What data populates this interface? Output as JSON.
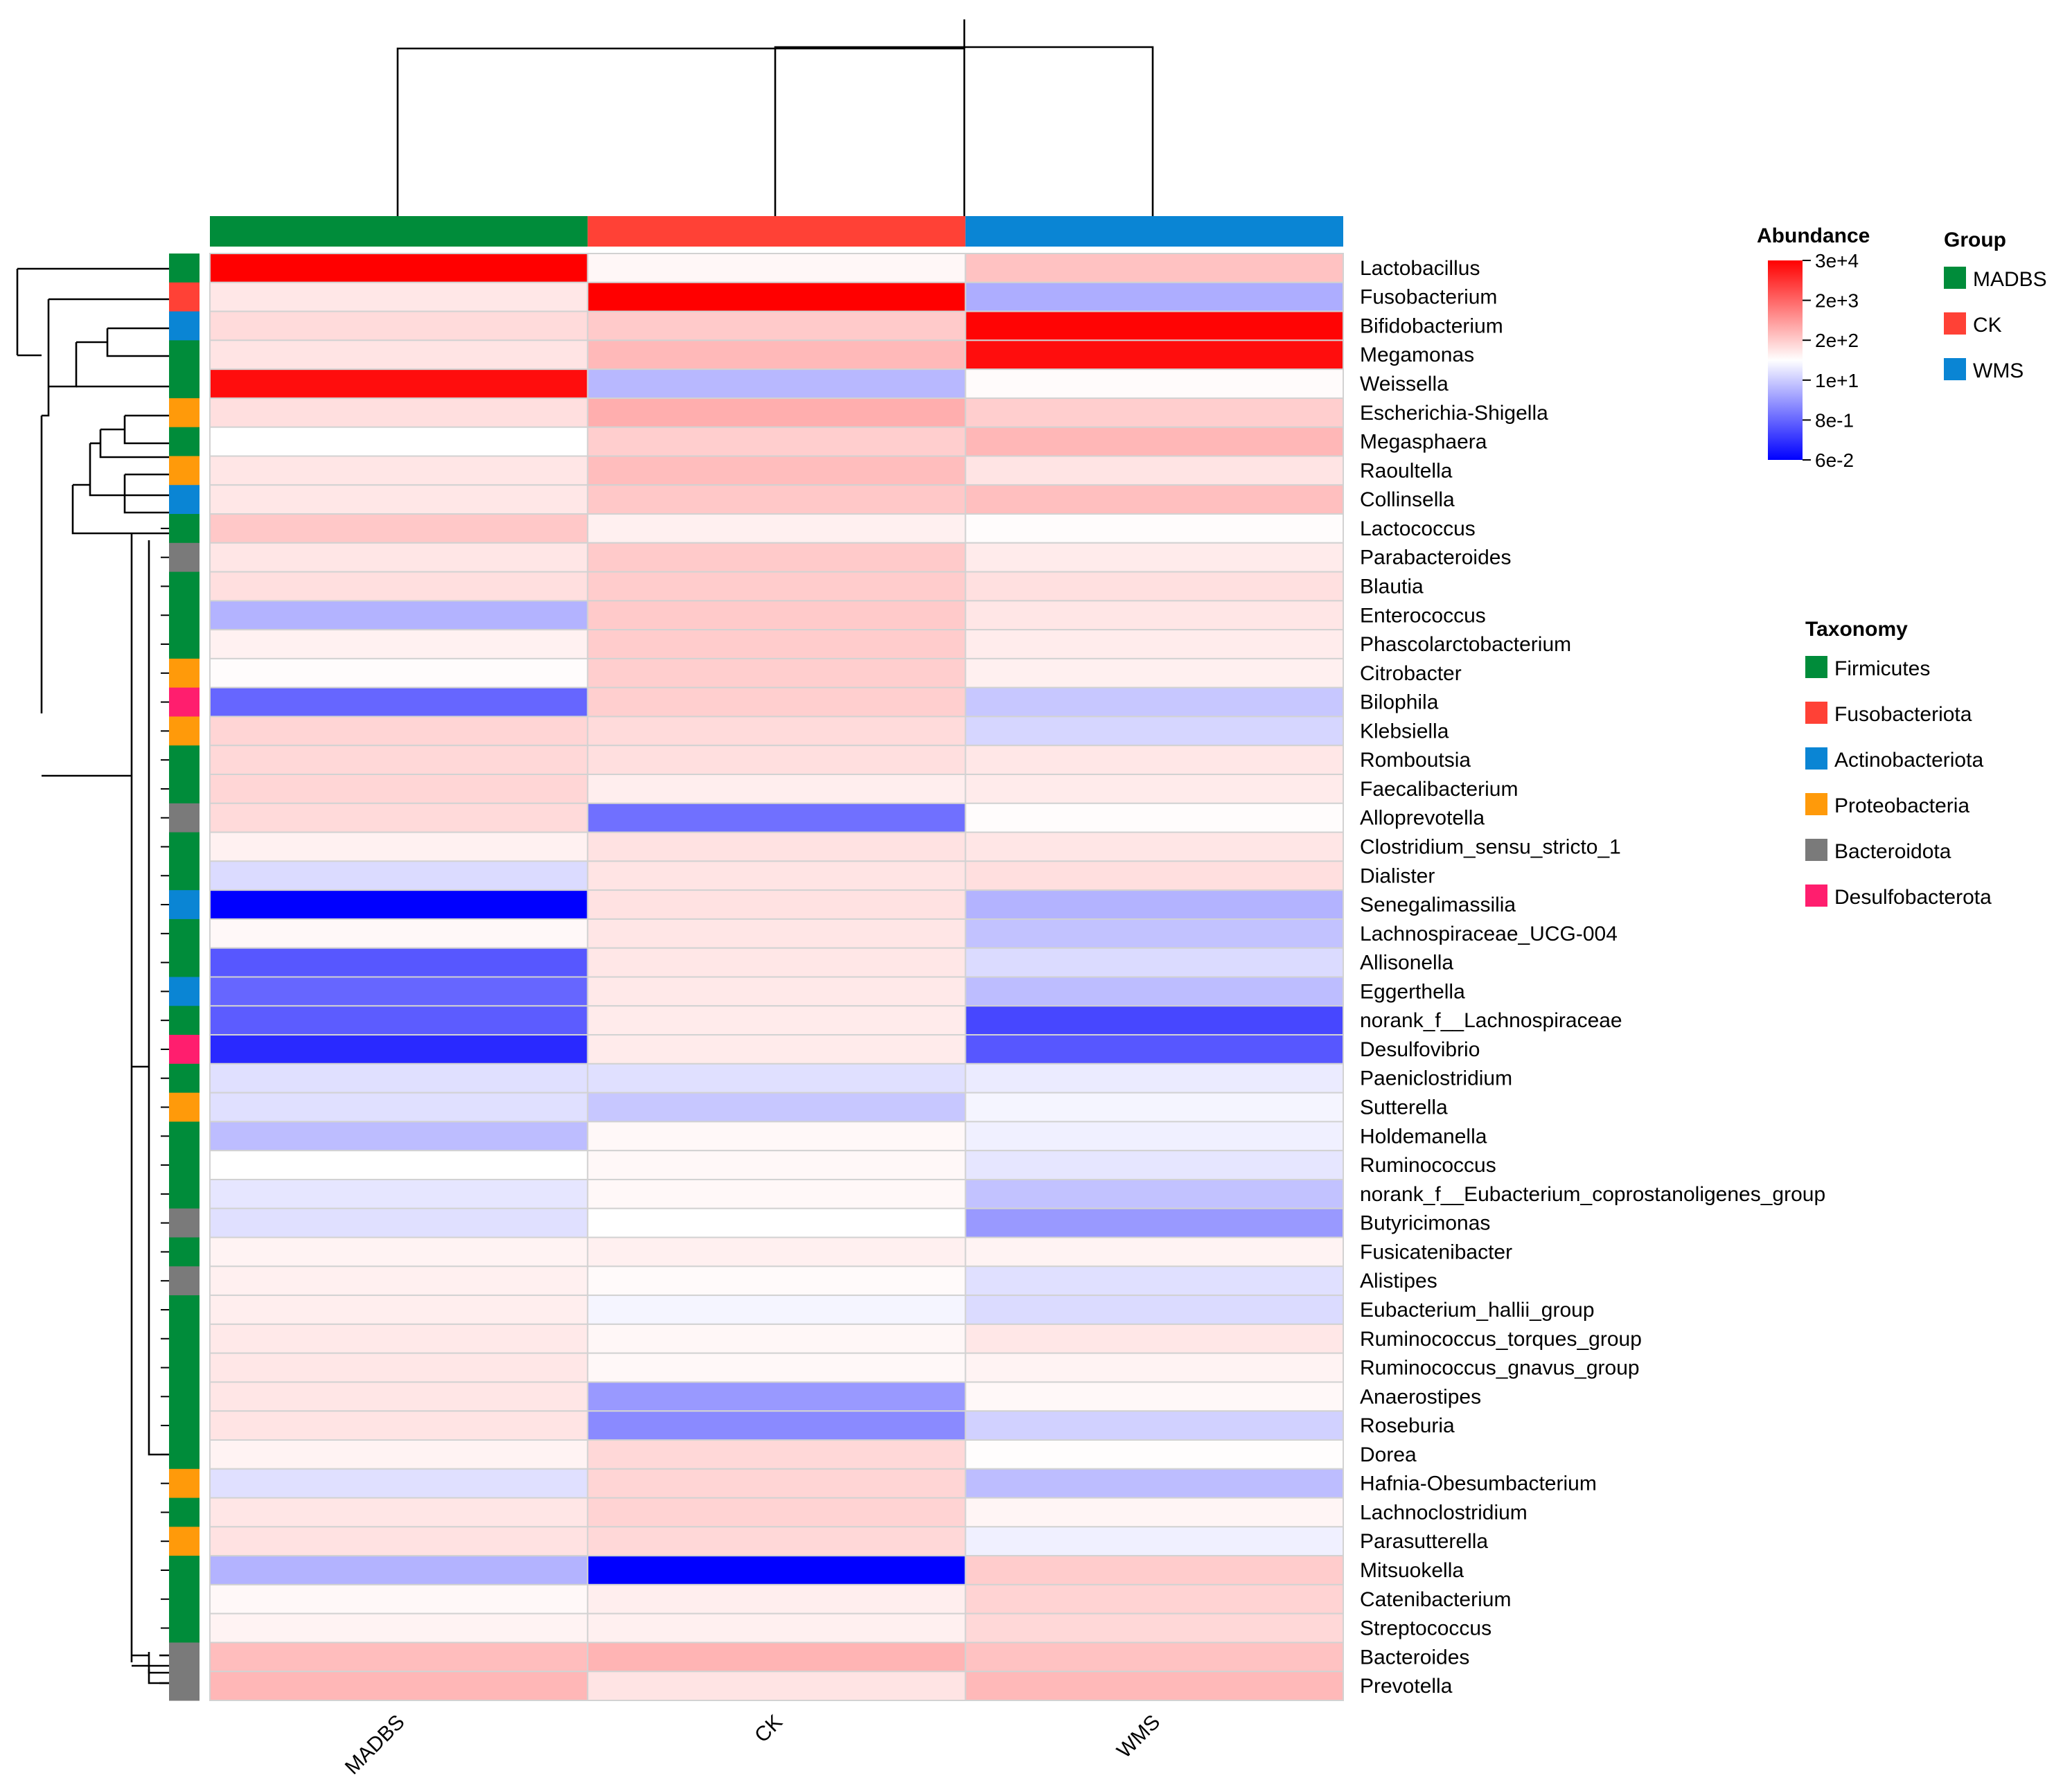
{
  "chart_data": {
    "type": "heatmap",
    "columns": [
      "MADBS",
      "CK",
      "WMS"
    ],
    "rows": [
      "Lactobacillus",
      "Fusobacterium",
      "Bifidobacterium",
      "Megamonas",
      "Weissella",
      "Escherichia-Shigella",
      "Megasphaera",
      "Raoultella",
      "Collinsella",
      "Lactococcus",
      "Parabacteroides",
      "Blautia",
      "Enterococcus",
      "Phascolarctobacterium",
      "Citrobacter",
      "Bilophila",
      "Klebsiella",
      "Romboutsia",
      "Faecalibacterium",
      "Alloprevotella",
      "Clostridium_sensu_stricto_1",
      "Dialister",
      "Senegalimassilia",
      "Lachnospiraceae_UCG-004",
      "Allisonella",
      "Eggerthella",
      "norank_f__Lachnospiraceae",
      "Desulfovibrio",
      "Paeniclostridium",
      "Sutterella",
      "Holdemanella",
      "Ruminococcus",
      "norank_f__Eubacterium_coprostanoligenes_group",
      "Butyricimonas",
      "Fusicatenibacter",
      "Alistipes",
      "Eubacterium_hallii_group",
      "Ruminococcus_torques_group",
      "Ruminococcus_gnavus_group",
      "Anaerostipes",
      "Roseburia",
      "Dorea",
      "Hafnia-Obesumbacterium",
      "Lachnoclostridium",
      "Parasutterella",
      "Mitsuokella",
      "Catenibacterium",
      "Streptococcus",
      "Bacteroides",
      "Prevotella"
    ],
    "row_taxonomy": [
      "Firmicutes",
      "Fusobacteriota",
      "Actinobacteriota",
      "Firmicutes",
      "Firmicutes",
      "Proteobacteria",
      "Firmicutes",
      "Proteobacteria",
      "Actinobacteriota",
      "Firmicutes",
      "Bacteroidota",
      "Firmicutes",
      "Firmicutes",
      "Firmicutes",
      "Proteobacteria",
      "Desulfobacterota",
      "Proteobacteria",
      "Firmicutes",
      "Firmicutes",
      "Bacteroidota",
      "Firmicutes",
      "Firmicutes",
      "Actinobacteriota",
      "Firmicutes",
      "Firmicutes",
      "Actinobacteriota",
      "Firmicutes",
      "Desulfobacterota",
      "Firmicutes",
      "Proteobacteria",
      "Firmicutes",
      "Firmicutes",
      "Firmicutes",
      "Bacteroidota",
      "Firmicutes",
      "Bacteroidota",
      "Firmicutes",
      "Firmicutes",
      "Firmicutes",
      "Firmicutes",
      "Firmicutes",
      "Firmicutes",
      "Proteobacteria",
      "Firmicutes",
      "Proteobacteria",
      "Firmicutes",
      "Firmicutes",
      "Firmicutes",
      "Bacteroidota",
      "Bacteroidota"
    ],
    "values": [
      [
        3.0,
        0.1,
        0.72
      ],
      [
        0.28,
        3.0,
        -0.32
      ],
      [
        0.42,
        0.62,
        2.95
      ],
      [
        0.32,
        0.82,
        2.85
      ],
      [
        2.85,
        -0.28,
        0.05
      ],
      [
        0.38,
        0.95,
        0.58
      ],
      [
        0.0,
        0.58,
        0.85
      ],
      [
        0.3,
        0.78,
        0.32
      ],
      [
        0.28,
        0.65,
        0.75
      ],
      [
        0.65,
        0.18,
        0.04
      ],
      [
        0.3,
        0.62,
        0.24
      ],
      [
        0.38,
        0.6,
        0.36
      ],
      [
        -0.3,
        0.62,
        0.3
      ],
      [
        0.16,
        0.6,
        0.22
      ],
      [
        0.04,
        0.58,
        0.18
      ],
      [
        -0.6,
        0.56,
        -0.22
      ],
      [
        0.5,
        0.42,
        -0.16
      ],
      [
        0.46,
        0.38,
        0.28
      ],
      [
        0.48,
        0.2,
        0.24
      ],
      [
        0.44,
        -0.56,
        0.04
      ],
      [
        0.16,
        0.34,
        0.3
      ],
      [
        -0.14,
        0.32,
        0.38
      ],
      [
        -1.0,
        0.34,
        -0.3
      ],
      [
        0.08,
        0.3,
        -0.24
      ],
      [
        -0.66,
        0.28,
        -0.14
      ],
      [
        -0.6,
        0.26,
        -0.26
      ],
      [
        -0.64,
        0.24,
        -0.72
      ],
      [
        -0.84,
        0.24,
        -0.66
      ],
      [
        -0.12,
        -0.12,
        -0.08
      ],
      [
        -0.12,
        -0.22,
        -0.04
      ],
      [
        -0.26,
        0.08,
        -0.06
      ],
      [
        0.0,
        0.08,
        -0.1
      ],
      [
        -0.1,
        0.08,
        -0.24
      ],
      [
        -0.12,
        0.0,
        -0.4
      ],
      [
        0.14,
        0.18,
        0.14
      ],
      [
        0.18,
        0.06,
        -0.12
      ],
      [
        0.2,
        -0.04,
        -0.14
      ],
      [
        0.26,
        0.1,
        0.28
      ],
      [
        0.28,
        0.08,
        0.14
      ],
      [
        0.3,
        -0.4,
        0.08
      ],
      [
        0.32,
        -0.46,
        -0.18
      ],
      [
        0.14,
        0.46,
        0.02
      ],
      [
        -0.12,
        0.5,
        -0.26
      ],
      [
        0.3,
        0.52,
        0.12
      ],
      [
        0.34,
        0.46,
        -0.06
      ],
      [
        -0.3,
        -1.0,
        0.6
      ],
      [
        0.08,
        0.2,
        0.52
      ],
      [
        0.14,
        0.18,
        0.46
      ],
      [
        0.78,
        0.88,
        0.72
      ],
      [
        0.85,
        0.32,
        0.82
      ]
    ],
    "column_group": [
      "MADBS",
      "CK",
      "WMS"
    ],
    "abundance_legend": {
      "title": "Abundance",
      "labels": [
        "3e+4",
        "2e+3",
        "2e+2",
        "1e+1",
        "8e-1",
        "6e-2"
      ],
      "high_color": "#FF0000",
      "mid_color": "#FFFFFF",
      "low_color": "#0000FF"
    },
    "group_legend": {
      "title": "Group",
      "items": [
        {
          "name": "MADBS",
          "color": "#008C3A"
        },
        {
          "name": "CK",
          "color": "#FF4136"
        },
        {
          "name": "WMS",
          "color": "#0A85D4"
        }
      ]
    },
    "taxonomy_legend": {
      "title": "Taxonomy",
      "items": [
        {
          "name": "Firmicutes",
          "color": "#008C3A"
        },
        {
          "name": "Fusobacteriota",
          "color": "#FF4136"
        },
        {
          "name": "Actinobacteriota",
          "color": "#0A85D4"
        },
        {
          "name": "Proteobacteria",
          "color": "#FF9A0A"
        },
        {
          "name": "Bacteroidota",
          "color": "#7A7A7A"
        },
        {
          "name": "Desulfobacterota",
          "color": "#FF1E6E"
        }
      ]
    }
  }
}
